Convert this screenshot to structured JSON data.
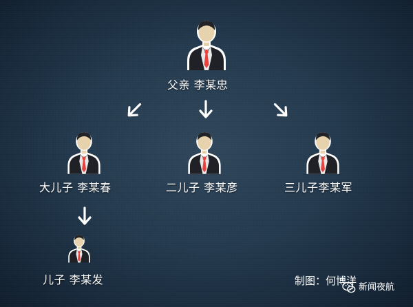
{
  "tree": {
    "father": {
      "label": "父亲 李某忠"
    },
    "sons": [
      {
        "label": "大儿子 李某春"
      },
      {
        "label": "二儿子 李某彦"
      },
      {
        "label": "三儿子李某军"
      }
    ],
    "grandson": {
      "label": "儿子 李某发"
    }
  },
  "credit": {
    "label": "制图：何博洋"
  },
  "watermark": {
    "label": "新闻夜航"
  },
  "colors": {
    "background": "#1f3346",
    "suit": "#1f2126",
    "tie": "#e8443f",
    "skin": "#e6d3ad",
    "hair": "#222326",
    "text": "#ffffff"
  },
  "icons": {
    "person": "person-icon",
    "arrow": "arrow-icon",
    "wechat": "wechat-icon"
  }
}
